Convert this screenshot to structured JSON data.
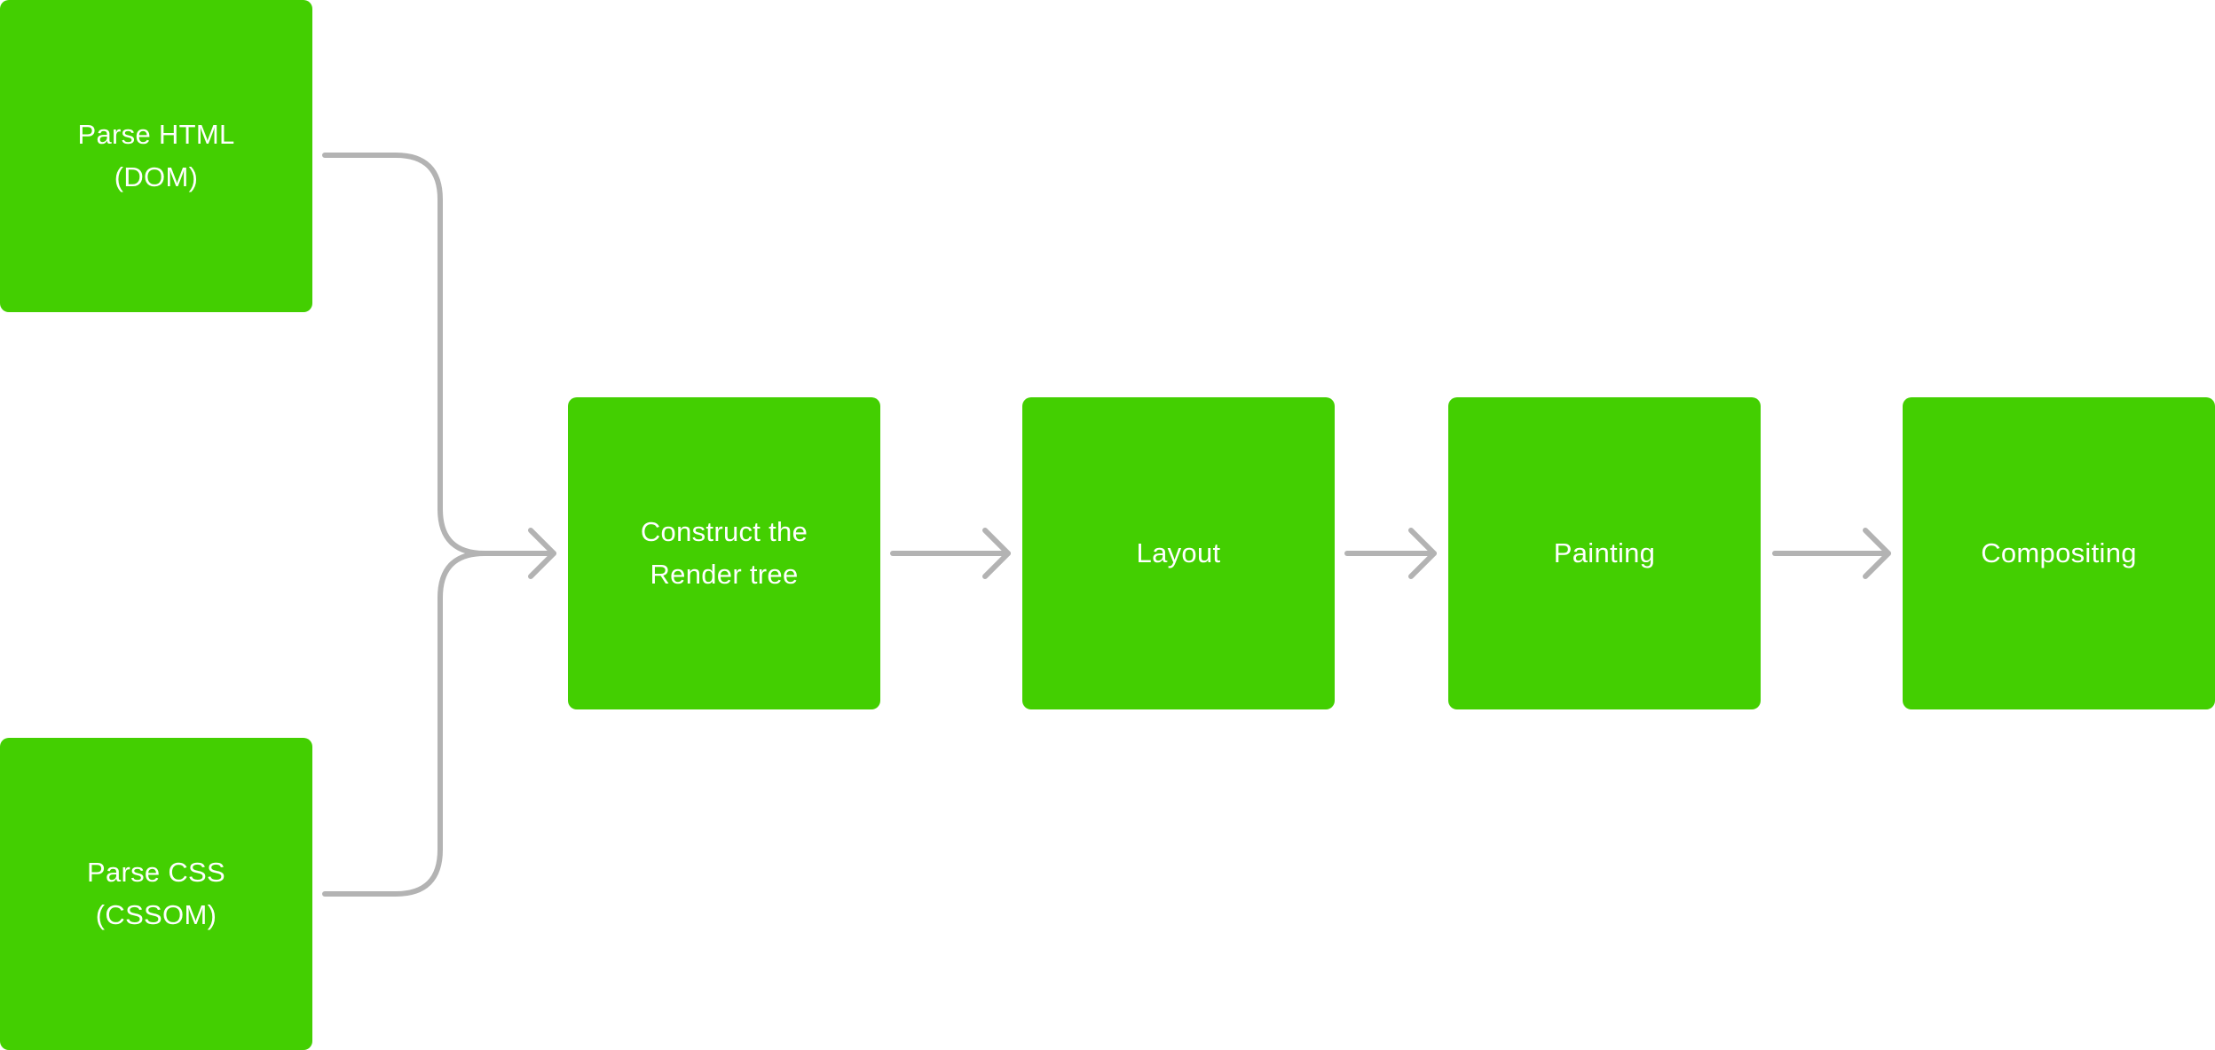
{
  "colors": {
    "box_fill": "#43CF01",
    "box_text": "#FFFFFF",
    "connector": "#B3B3B3",
    "background": "#FFFFFF"
  },
  "steps": {
    "parse_html": "Parse HTML\n(DOM)",
    "parse_css": "Parse CSS\n(CSSOM)",
    "render_tree": "Construct the\nRender tree",
    "layout": "Layout",
    "painting": "Painting",
    "compositing": "Compositing"
  }
}
